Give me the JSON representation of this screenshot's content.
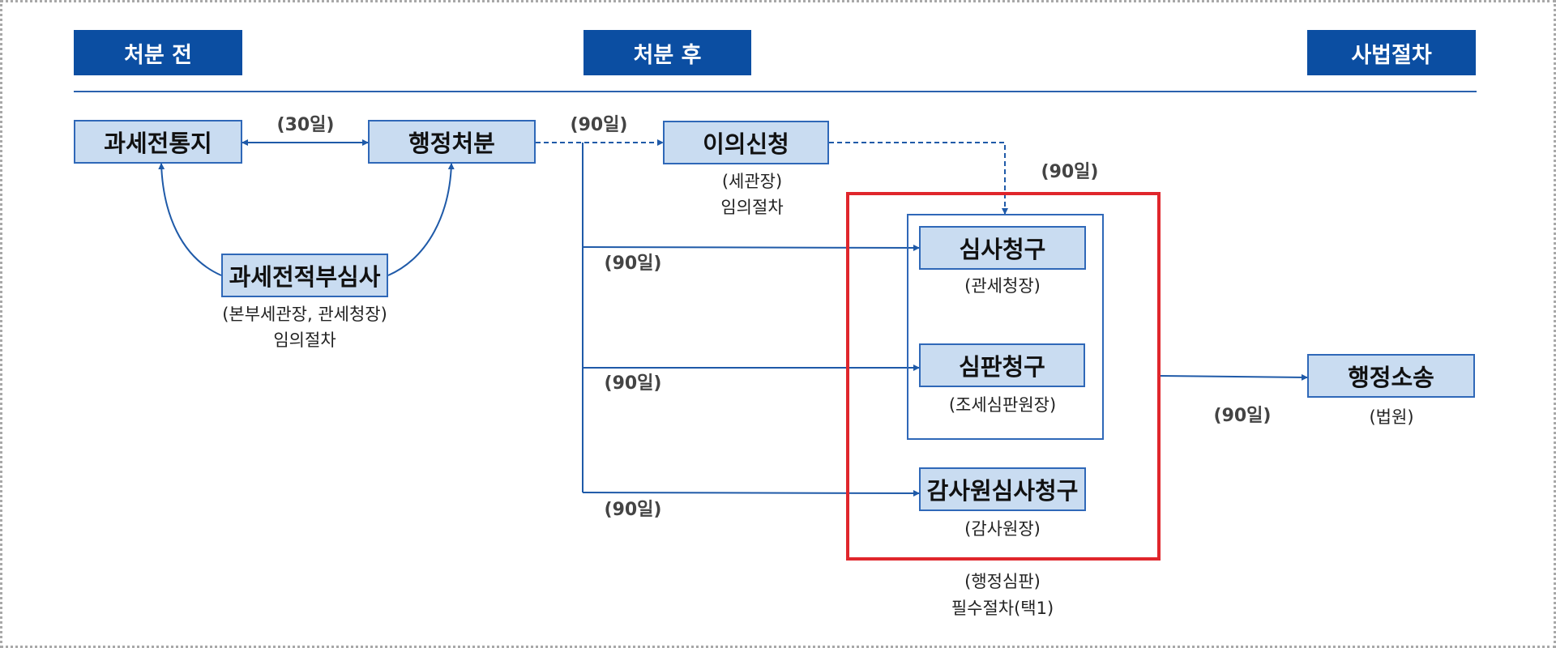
{
  "headers": {
    "before": "처분 전",
    "after": "처분 후",
    "judicial": "사법절차"
  },
  "nodes": {
    "tax_notice": "과세전통지",
    "admin_disposition": "행정처분",
    "objection": "이의신청",
    "pre_assessment_review": "과세전적부심사",
    "review_request": "심사청구",
    "appeal_request": "심판청구",
    "audit_review_request": "감사원심사청구",
    "admin_litigation": "행정소송"
  },
  "sublabels": {
    "objection_authority": "(세관장)",
    "objection_type": "임의절차",
    "pre_review_authority": "(본부세관장, 관세청장)",
    "pre_review_type": "임의절차",
    "review_authority": "(관세청장)",
    "appeal_authority": "(조세심판원장)",
    "audit_authority": "(감사원장)",
    "group_name": "(행정심판)",
    "group_type": "필수절차(택1)",
    "litigation_authority": "(법원)"
  },
  "deadlines": {
    "notice_to_disposition": "(30일)",
    "disposition_to_objection": "(90일)",
    "objection_to_review": "(90일)",
    "to_review": "(90일)",
    "to_appeal": "(90일)",
    "to_audit": "(90일)",
    "to_litigation": "(90일)"
  },
  "colors": {
    "header_bg": "#0b4ea2",
    "node_fill": "#c9dcf1",
    "node_border": "#2f68b8",
    "connector": "#1f5aa8",
    "highlight_frame": "#e0262c"
  }
}
